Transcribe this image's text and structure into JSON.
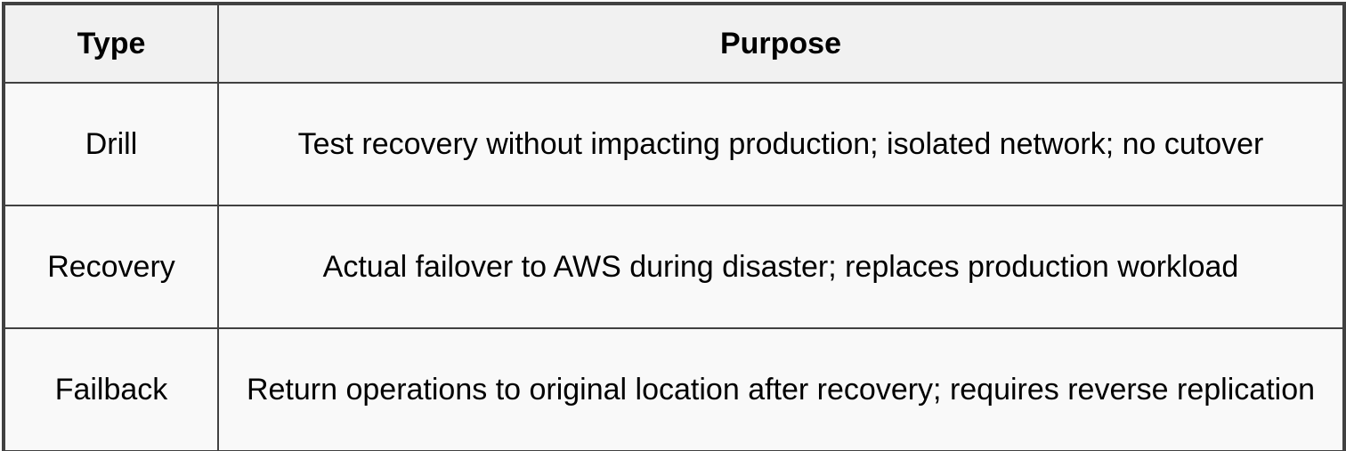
{
  "table": {
    "columns": [
      {
        "label": "Type"
      },
      {
        "label": "Purpose"
      }
    ],
    "rows": [
      {
        "type": "Drill",
        "purpose": "Test recovery without impacting production; isolated network; no cutover"
      },
      {
        "type": "Recovery",
        "purpose": "Actual failover to AWS during disaster; replaces production workload"
      },
      {
        "type": "Failback",
        "purpose": "Return operations to original location after recovery; requires reverse replication"
      }
    ],
    "colors": {
      "border": "#414141",
      "header_bg": "#f1f1f1",
      "row_bg": "#f9f9f9",
      "text": "#000000"
    }
  }
}
